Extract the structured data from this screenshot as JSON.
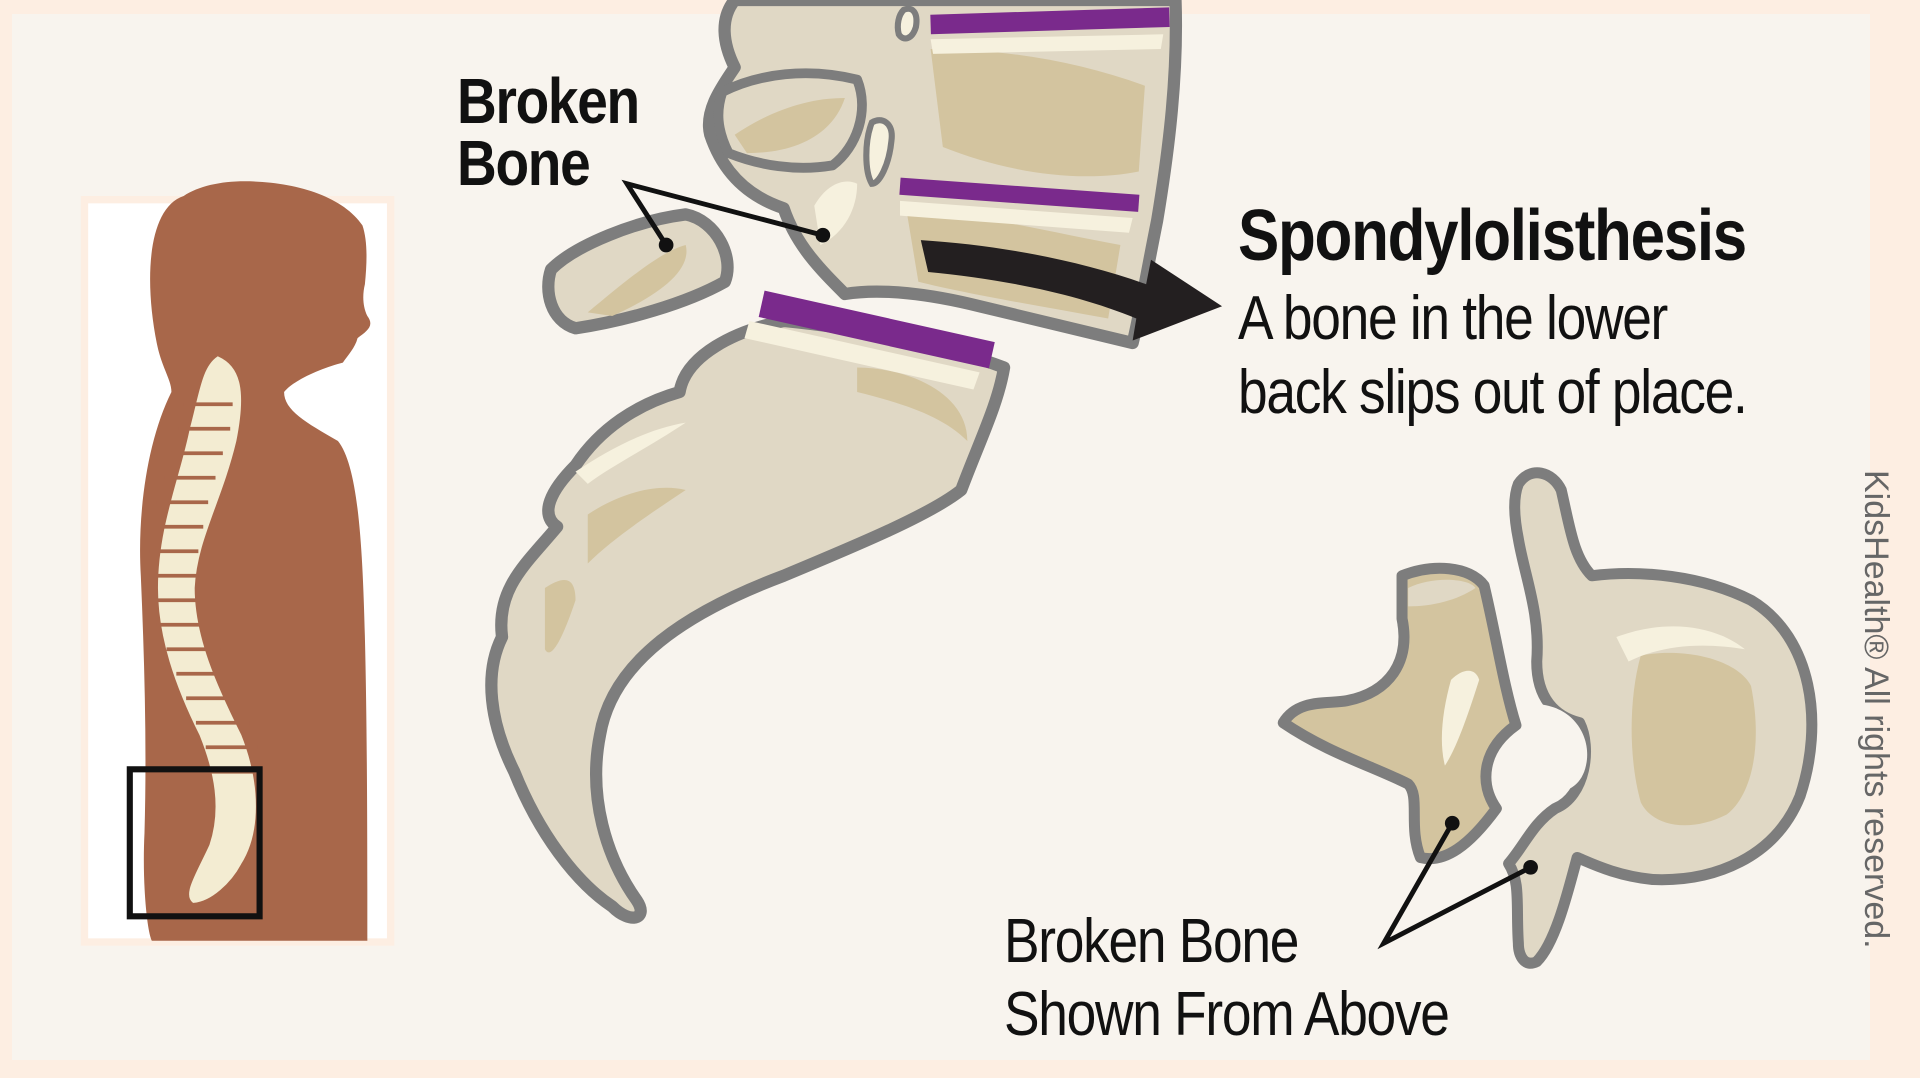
{
  "diagram": {
    "title": "Spondylolisthesis",
    "description_lines": [
      "A bone in the lower",
      "back slips out of place."
    ],
    "labels": {
      "side_view": [
        "Broken",
        "Bone"
      ],
      "top_view": [
        "Broken Bone",
        "Shown From Above"
      ]
    },
    "copyright": "KidsHealth® All rights reserved.",
    "figures": [
      {
        "name": "body-silhouette",
        "description": "Child side profile with spine, lower back boxed"
      },
      {
        "name": "lumbar-spine-closeup",
        "description": "Lower spine and sacrum with slipped vertebra"
      },
      {
        "name": "vertebra-top-view",
        "description": "Vertebra viewed from above showing fracture"
      }
    ],
    "colors": {
      "frame": "#fdeee2",
      "background": "#f8f4ee",
      "skin": "#a8674a",
      "bone_light": "#e0d8c5",
      "bone_tan": "#d3c49f",
      "bone_highlight": "#f6f1de",
      "bone_outline": "#7d7d7d",
      "disc_purple": "#7a2a8c",
      "arrow": "#231f20"
    }
  }
}
